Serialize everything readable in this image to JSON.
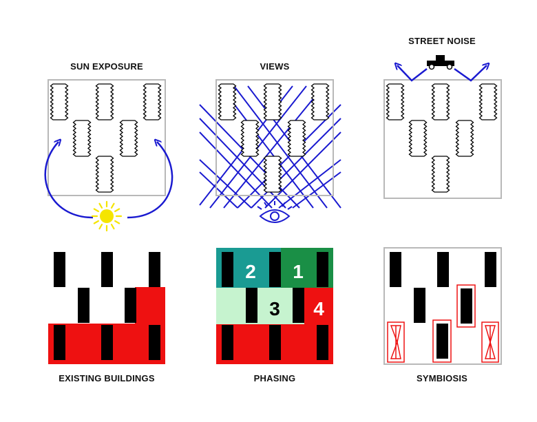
{
  "diagram": {
    "panels": [
      {
        "id": "sun-exposure",
        "title": "SUN EXPOSURE"
      },
      {
        "id": "views",
        "title": "VIEWS"
      },
      {
        "id": "street-noise",
        "title": "STREET NOISE"
      },
      {
        "id": "existing-buildings",
        "title": "EXISTING BUILDINGS"
      },
      {
        "id": "phasing",
        "title": "PHASING",
        "phases": [
          {
            "label": "2",
            "color": "#1a9b93"
          },
          {
            "label": "1",
            "color": "#1a8f46"
          },
          {
            "label": "3",
            "color": "#c6f3cf"
          },
          {
            "label": "4",
            "color": "#ee1111"
          }
        ]
      },
      {
        "id": "symbiosis",
        "title": "SYMBIOSIS"
      }
    ],
    "colors": {
      "arrow": "#1a1ad0",
      "sun": "#f5e500",
      "existing": "#ee1111",
      "frame": "#b8b8b8",
      "building": "#000000"
    }
  }
}
